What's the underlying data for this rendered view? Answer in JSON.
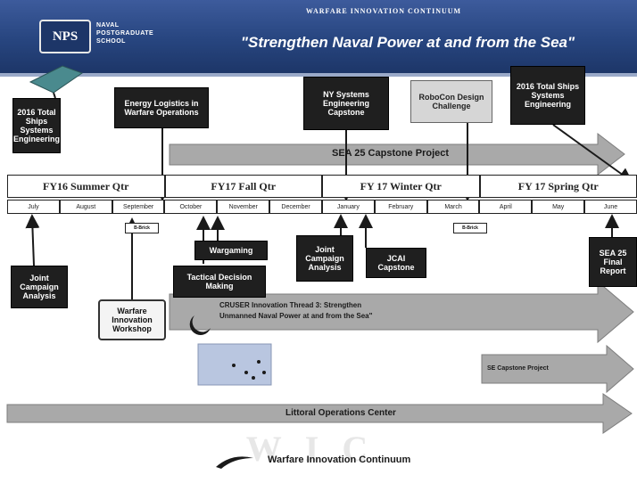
{
  "header": {
    "top_line": "WARFARE INNOVATION CONTINUUM",
    "title": "\"Strengthen Naval Power at and from the Sea\"",
    "school_name": "NAVAL POSTGRADUATE SCHOOL",
    "logo_text": "NPS"
  },
  "callouts": {
    "tse_2016_left": "2016 Total Ships Systems Engineering",
    "energy_logistics": "Energy Logistics in Warfare Operations",
    "ny_systems": "NY Systems Engineering Capstone",
    "robocon": "RoboCon Design Challenge",
    "tse_2016_right": "2016 Total Ships Systems Engineering",
    "jca_left": "Joint Campaign Analysis",
    "wargaming": "Wargaming",
    "tdm": "Tactical Decision Making",
    "jca_middle": "Joint Campaign Analysis",
    "jcai": "JCAI Capstone",
    "sea25_final": "SEA 25 Final Report",
    "workshop": "Warfare Innovation Workshop"
  },
  "quarters": [
    "FY16 Summer Qtr",
    "FY17 Fall Qtr",
    "FY 17 Winter Qtr",
    "FY 17 Spring Qtr"
  ],
  "months": [
    "July",
    "August",
    "September",
    "October",
    "November",
    "December",
    "January",
    "February",
    "March",
    "April",
    "May",
    "June"
  ],
  "arrows": {
    "sea25": "SEA 25 Capstone Project",
    "cruiser_line1": "CRUSER Innovation Thread 3: Strengthen",
    "cruiser_line2": "Unmanned Naval Power at and from the Sea\"",
    "se_capstone": "SE Capstone Project",
    "littoral": "Littoral Operations Center"
  },
  "badges": [
    "B-Brick",
    "B-Brick"
  ],
  "footer": {
    "letters": "WIC",
    "text": "Warfare Innovation Continuum"
  },
  "colors": {
    "header_blue": "#27457f",
    "arrow_gray": "#a9a9a9",
    "callout_black": "#1f1f1f"
  }
}
